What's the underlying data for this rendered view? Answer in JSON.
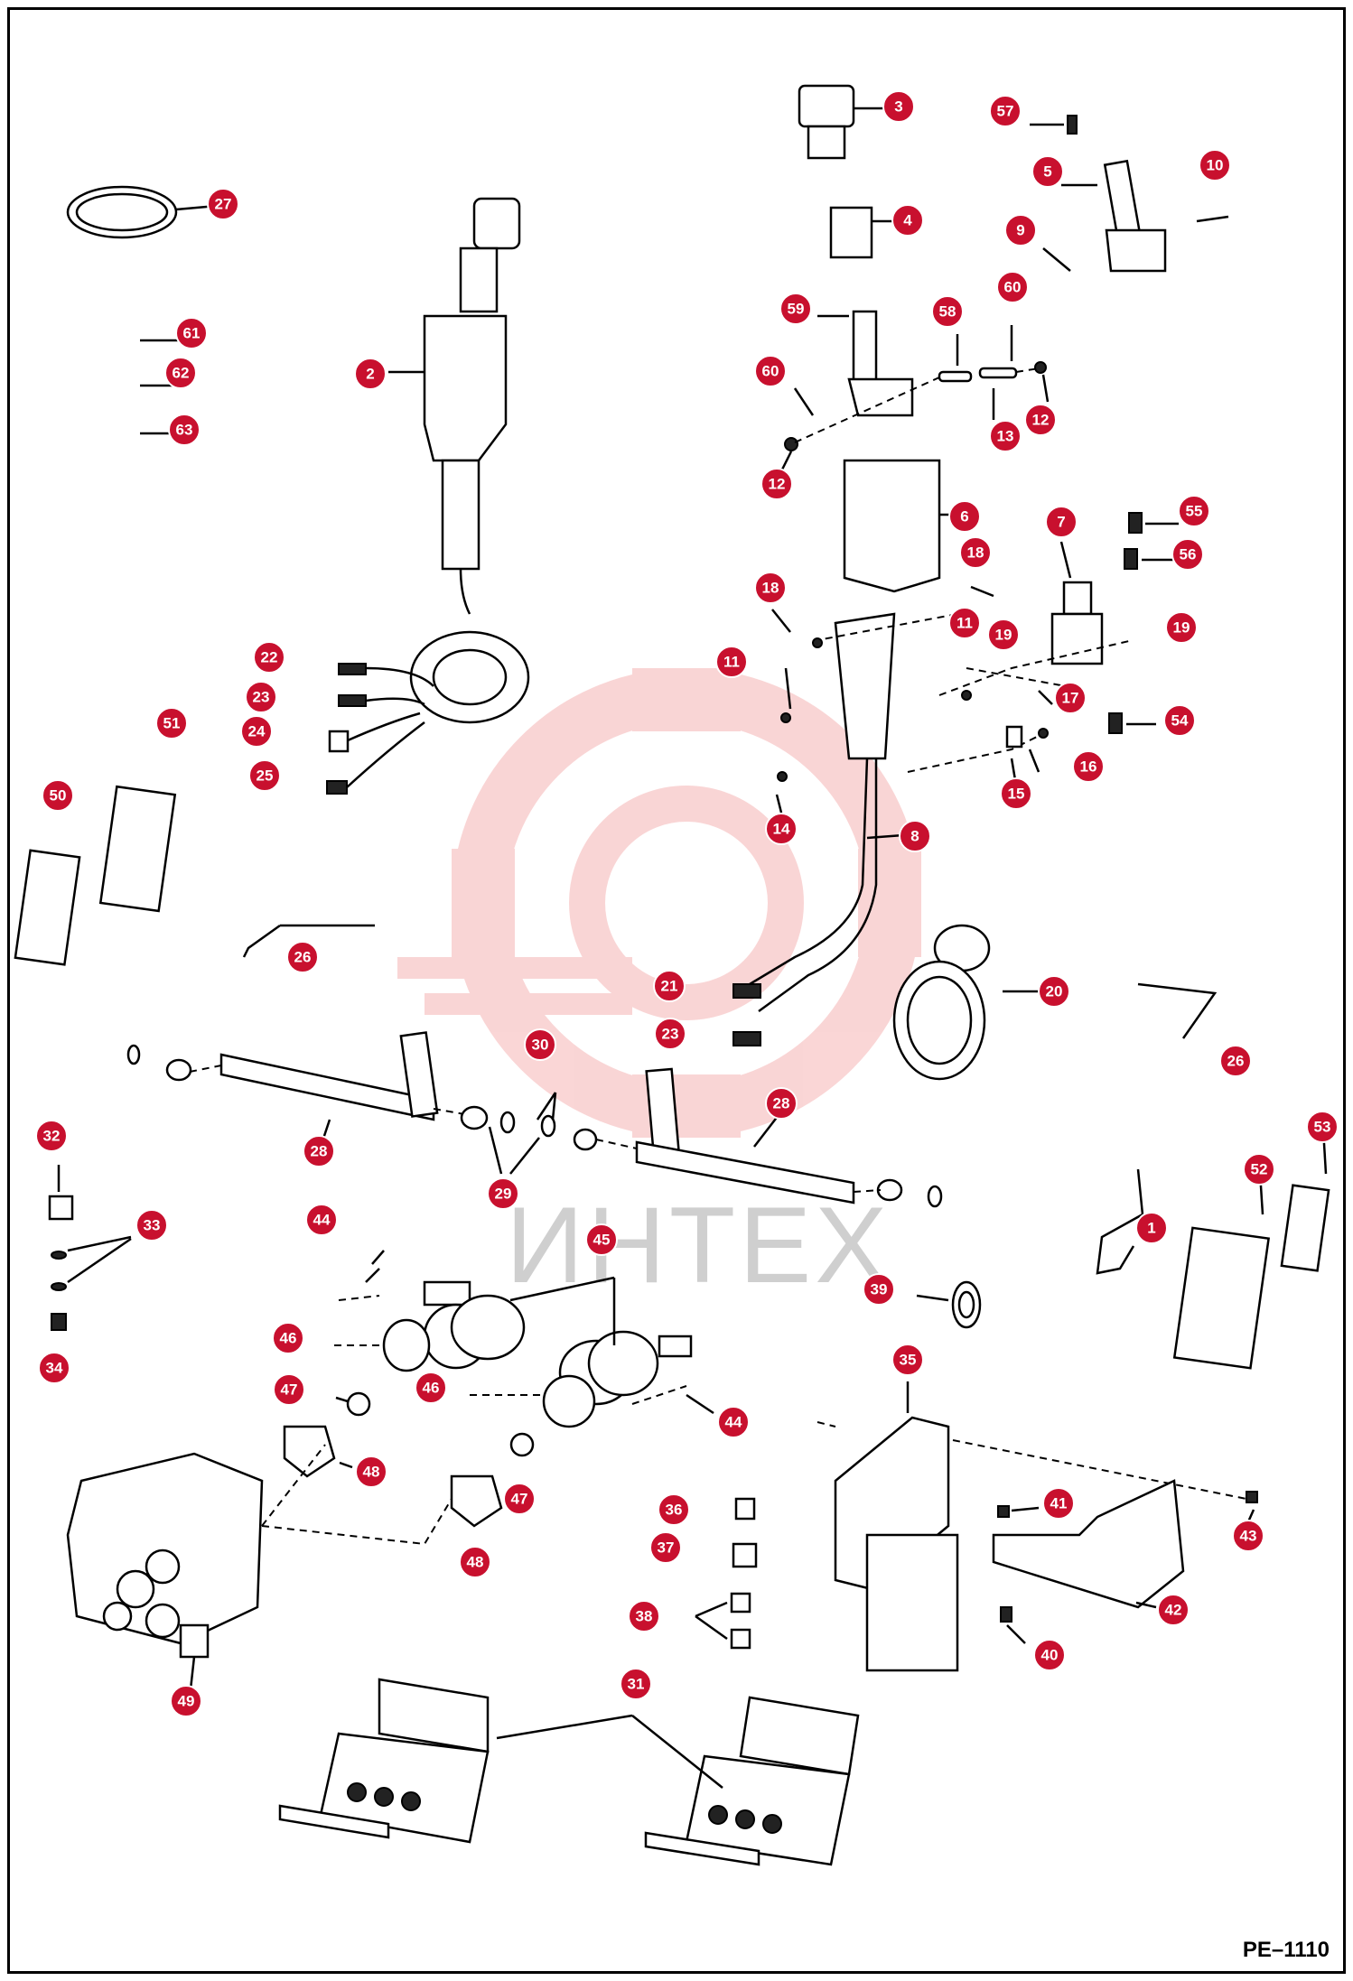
{
  "page": {
    "code": "PE–1110"
  },
  "watermark": {
    "text": "ИНТЕХ"
  },
  "colors": {
    "marker": "#c8102e",
    "watermark": "#f5b8b8"
  },
  "callouts": [
    {
      "label": "1"
    },
    {
      "label": "2"
    },
    {
      "label": "3"
    },
    {
      "label": "4"
    },
    {
      "label": "5"
    },
    {
      "label": "6"
    },
    {
      "label": "7"
    },
    {
      "label": "8"
    },
    {
      "label": "9"
    },
    {
      "label": "10"
    },
    {
      "label": "11"
    },
    {
      "label": "11"
    },
    {
      "label": "12"
    },
    {
      "label": "12"
    },
    {
      "label": "13"
    },
    {
      "label": "14"
    },
    {
      "label": "15"
    },
    {
      "label": "16"
    },
    {
      "label": "17"
    },
    {
      "label": "18"
    },
    {
      "label": "18"
    },
    {
      "label": "19"
    },
    {
      "label": "19"
    },
    {
      "label": "20"
    },
    {
      "label": "21"
    },
    {
      "label": "22"
    },
    {
      "label": "23"
    },
    {
      "label": "23"
    },
    {
      "label": "24"
    },
    {
      "label": "25"
    },
    {
      "label": "26"
    },
    {
      "label": "26"
    },
    {
      "label": "27"
    },
    {
      "label": "28"
    },
    {
      "label": "28"
    },
    {
      "label": "29"
    },
    {
      "label": "30"
    },
    {
      "label": "31"
    },
    {
      "label": "32"
    },
    {
      "label": "33"
    },
    {
      "label": "34"
    },
    {
      "label": "35"
    },
    {
      "label": "36"
    },
    {
      "label": "37"
    },
    {
      "label": "38"
    },
    {
      "label": "39"
    },
    {
      "label": "40"
    },
    {
      "label": "41"
    },
    {
      "label": "42"
    },
    {
      "label": "43"
    },
    {
      "label": "44"
    },
    {
      "label": "44"
    },
    {
      "label": "45"
    },
    {
      "label": "46"
    },
    {
      "label": "46"
    },
    {
      "label": "47"
    },
    {
      "label": "47"
    },
    {
      "label": "48"
    },
    {
      "label": "48"
    },
    {
      "label": "49"
    },
    {
      "label": "50"
    },
    {
      "label": "51"
    },
    {
      "label": "52"
    },
    {
      "label": "53"
    },
    {
      "label": "54"
    },
    {
      "label": "55"
    },
    {
      "label": "56"
    },
    {
      "label": "57"
    },
    {
      "label": "58"
    },
    {
      "label": "59"
    },
    {
      "label": "60"
    },
    {
      "label": "60"
    },
    {
      "label": "61"
    },
    {
      "label": "62"
    },
    {
      "label": "63"
    }
  ]
}
